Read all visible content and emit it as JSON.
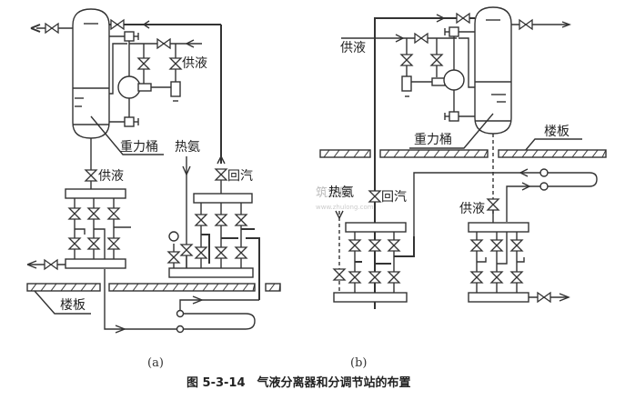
{
  "figure": {
    "caption": "图 5-3-14　气液分离器和分调节站的布置",
    "panels": [
      {
        "id": "a",
        "sublabel": "(a)",
        "labels": {
          "supply_top": "供液",
          "gravity_tank": "重力桶",
          "hot_ammonia": "热氨",
          "supply_bottom": "供液",
          "return_gas": "回汽",
          "floor": "楼板"
        }
      },
      {
        "id": "b",
        "sublabel": "(b)",
        "labels": {
          "supply_top": "供液",
          "gravity_tank": "重力桶",
          "floor": "楼板",
          "hot_ammonia": "热氨",
          "return_gas": "回汽",
          "supply_bottom": "供液"
        }
      }
    ],
    "watermark": "筑龙网",
    "watermark_url": "www.zhulong.com"
  }
}
